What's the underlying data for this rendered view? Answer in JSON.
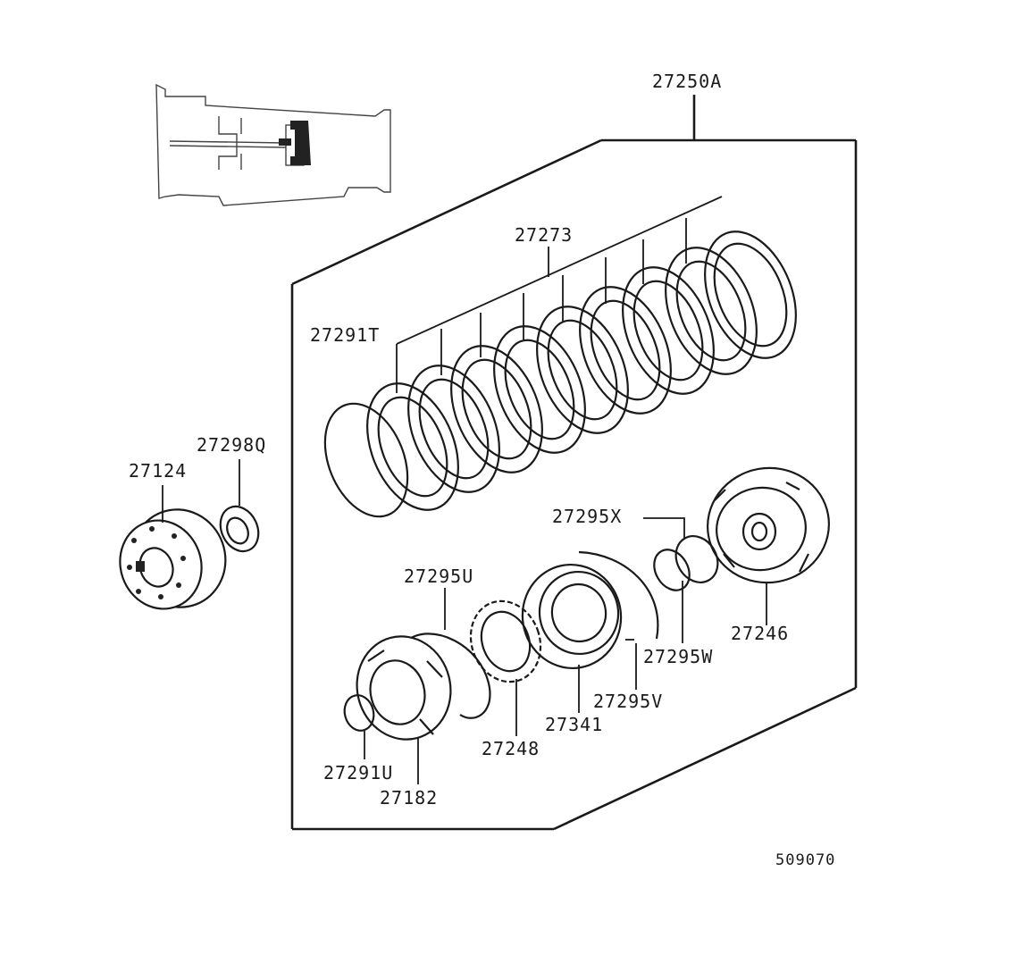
{
  "labels": {
    "assembly": "27250A",
    "clutch_plates": "27273",
    "snap_ring_upper": "27291T",
    "washer": "27298Q",
    "hub": "27124",
    "ring_x": "27295X",
    "drum": "27246",
    "ring_u": "27295U",
    "ring_w": "27295W",
    "ring_v": "27295V",
    "piston": "27341",
    "spring": "27248",
    "snap_ring_lower": "27291U",
    "retainer": "27182",
    "reference": "509070"
  }
}
